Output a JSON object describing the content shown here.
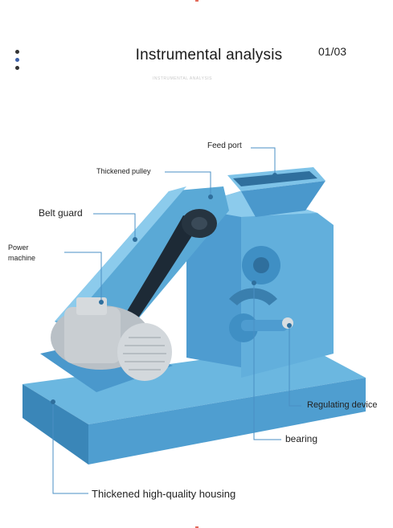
{
  "header": {
    "title": "Instrumental analysis",
    "subtitle": "INSTRUMENTAL ANALYSIS",
    "pager": "01/03"
  },
  "labels": {
    "feed_port": "Feed port",
    "thickened_pulley": "Thickened pulley",
    "belt_guard": "Belt guard",
    "power_machine": "Power machine",
    "regulating_device": "Regulating device",
    "bearing": "bearing",
    "housing": "Thickened high-quality housing"
  },
  "colors": {
    "machine_blue": "#5aa9d6",
    "machine_dark": "#3a86b8",
    "motor_gray": "#c9ced2",
    "leader_line": "#4a8fc4"
  }
}
